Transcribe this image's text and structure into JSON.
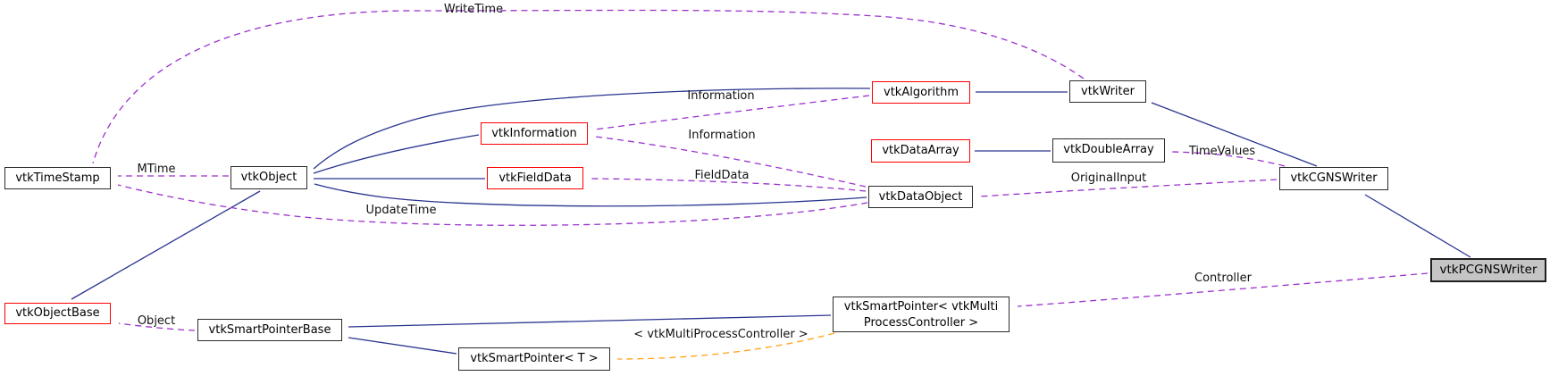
{
  "nodes": {
    "vtkTimeStamp": {
      "label": "vtkTimeStamp",
      "type": "normal"
    },
    "vtkObject": {
      "label": "vtkObject",
      "type": "normal"
    },
    "vtkInformation": {
      "label": "vtkInformation",
      "type": "external"
    },
    "vtkFieldData": {
      "label": "vtkFieldData",
      "type": "external"
    },
    "vtkAlgorithm": {
      "label": "vtkAlgorithm",
      "type": "external"
    },
    "vtkDataArray": {
      "label": "vtkDataArray",
      "type": "external"
    },
    "vtkDataObject": {
      "label": "vtkDataObject",
      "type": "normal"
    },
    "vtkWriter": {
      "label": "vtkWriter",
      "type": "normal"
    },
    "vtkDoubleArray": {
      "label": "vtkDoubleArray",
      "type": "normal"
    },
    "vtkCGNSWriter": {
      "label": "vtkCGNSWriter",
      "type": "normal"
    },
    "vtkPCGNSWriter": {
      "label": "vtkPCGNSWriter",
      "type": "current"
    },
    "vtkObjectBase": {
      "label": "vtkObjectBase",
      "type": "external"
    },
    "vtkSmartPointerBase": {
      "label": "vtkSmartPointerBase",
      "type": "normal"
    },
    "vtkSmartPointerT": {
      "label": "vtkSmartPointer< T >",
      "type": "normal"
    },
    "vtkSmartPointerMPC": {
      "label_line1": "vtkSmartPointer< vtkMulti",
      "label_line2": "ProcessController >",
      "type": "normal"
    }
  },
  "edge_labels": {
    "WriteTime": "WriteTime",
    "MTime": "MTime",
    "UpdateTime": "UpdateTime",
    "Information1": "Information",
    "Information2": "Information",
    "FieldData": "FieldData",
    "OriginalInput": "OriginalInput",
    "TimeValues": "TimeValues",
    "Controller": "Controller",
    "Object": "Object",
    "TemplateInstance": "< vtkMultiProcessController >"
  },
  "colors": {
    "inheritance": "#2a348f",
    "usage": "#9a32cd",
    "template": "#ffa216",
    "external_border": "#ff0000",
    "current_fill": "#c5c5c5"
  }
}
